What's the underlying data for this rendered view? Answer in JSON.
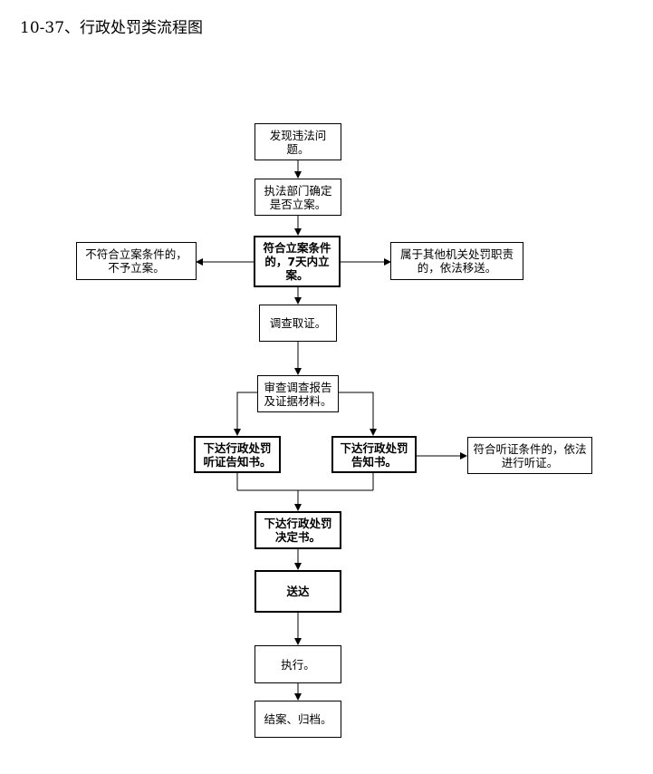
{
  "title": "10-37、行政处罚类流程图",
  "nodes": {
    "discover": "发现违法问题。",
    "dept_confirm": "执法部门确定是否立案。",
    "meet_cond": "符合立案条件的，7天内立案。",
    "not_meet": "不符合立案条件的，不予立案。",
    "transfer": "属于其他机关处罚职责的，依法移送。",
    "investigate": "调查取证。",
    "review": "审查调查报告及证据材料。",
    "notice_hearing": "下达行政处罚听证告知书。",
    "notice": "下达行政处罚告知书。",
    "hearing": "符合听证条件的，依法进行听证。",
    "decision": "下达行政处罚决定书。",
    "deliver": "送达",
    "execute": "执行。",
    "close": "结案、归档。"
  }
}
